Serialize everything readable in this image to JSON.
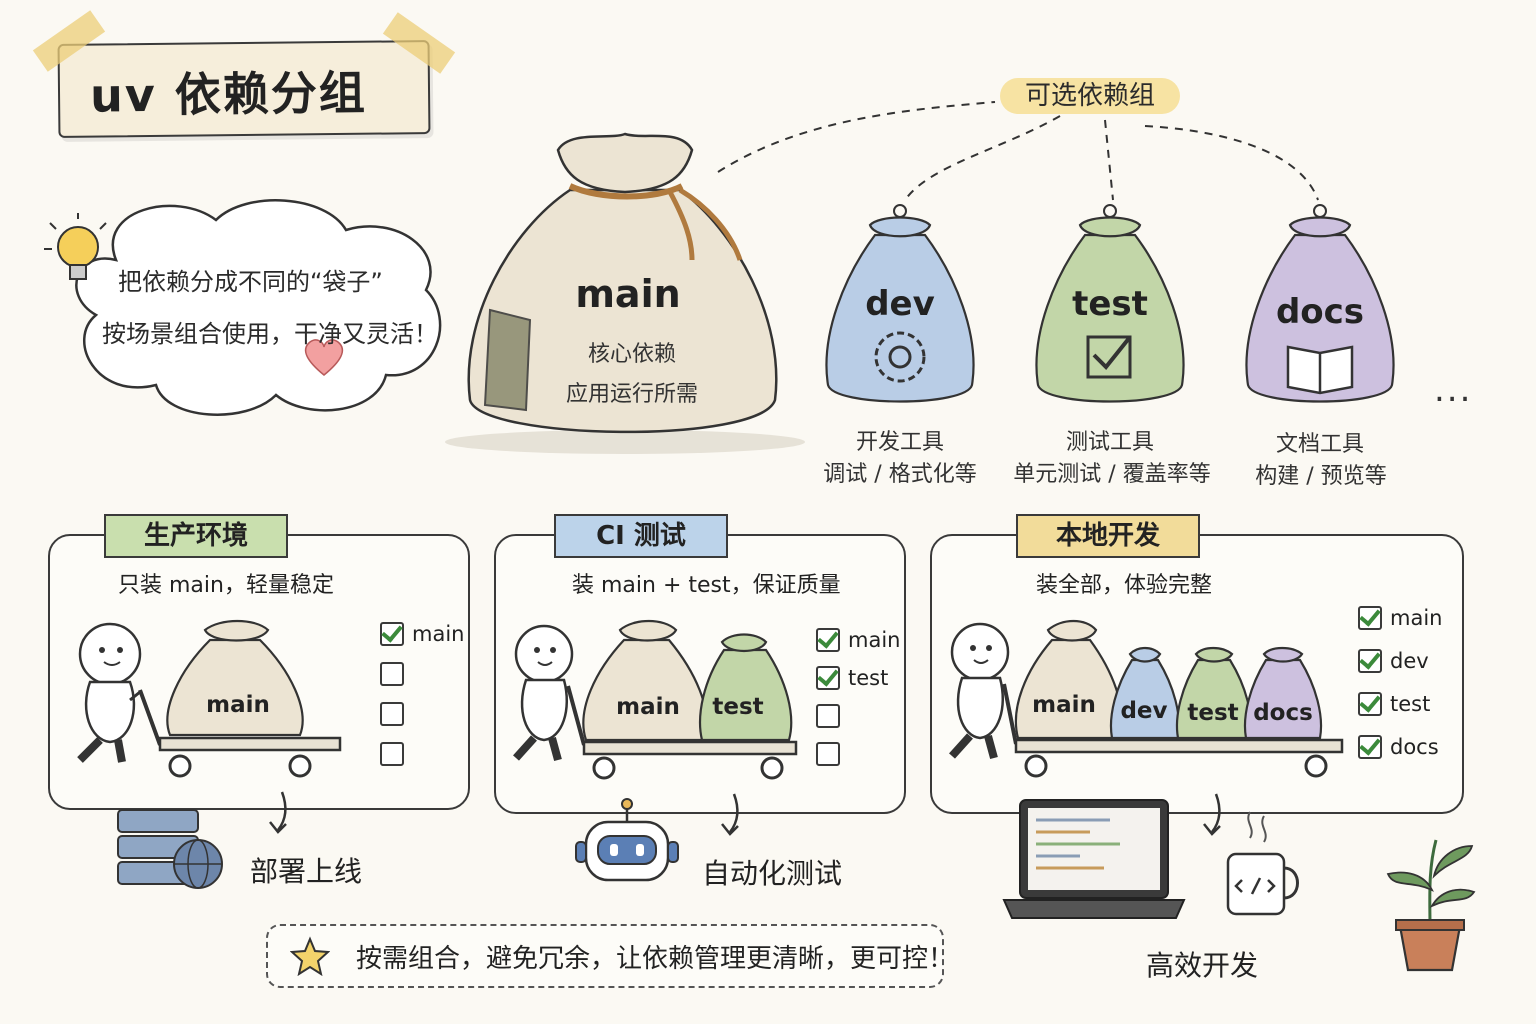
{
  "title": "uv 依赖分组",
  "optional_groups_label": "可选依赖组",
  "tip": {
    "line1": "把依赖分成不同的“袋子”",
    "line2": "按场景组合使用，干净又灵活！"
  },
  "main_bag": {
    "label": "main",
    "desc1": "核心依赖",
    "desc2": "应用运行所需"
  },
  "groups": [
    {
      "label": "dev",
      "name": "开发工具",
      "detail": "调试 / 格式化等",
      "color": "#b9cde6"
    },
    {
      "label": "test",
      "name": "测试工具",
      "detail": "单元测试 / 覆盖率等",
      "color": "#c2d6a8"
    },
    {
      "label": "docs",
      "name": "文档工具",
      "detail": "构建 / 预览等",
      "color": "#cdc1df"
    }
  ],
  "more": "...",
  "panels": [
    {
      "ribbon": "生产环境",
      "ribbon_color": "#c9dfae",
      "desc": "只装  main，轻量稳定",
      "bags": [
        "main"
      ],
      "checklist": [
        {
          "label": "main",
          "checked": true
        },
        {
          "label": "",
          "checked": false
        },
        {
          "label": "",
          "checked": false
        },
        {
          "label": "",
          "checked": false
        }
      ],
      "result": "部署上线"
    },
    {
      "ribbon": "CI 测试",
      "ribbon_color": "#bcd3ea",
      "desc": "装  main + test，保证质量",
      "bags": [
        "main",
        "test"
      ],
      "checklist": [
        {
          "label": "main",
          "checked": true
        },
        {
          "label": "test",
          "checked": true
        },
        {
          "label": "",
          "checked": false
        },
        {
          "label": "",
          "checked": false
        }
      ],
      "result": "自动化测试"
    },
    {
      "ribbon": "本地开发",
      "ribbon_color": "#f2dc9a",
      "desc": "装全部，体验完整",
      "bags": [
        "main",
        "dev",
        "test",
        "docs"
      ],
      "checklist": [
        {
          "label": "main",
          "checked": true
        },
        {
          "label": "dev",
          "checked": true
        },
        {
          "label": "test",
          "checked": true
        },
        {
          "label": "docs",
          "checked": true
        }
      ],
      "result": "高效开发"
    }
  ],
  "footer": "按需组合，避免冗余，让依赖管理更清晰，更可控！"
}
